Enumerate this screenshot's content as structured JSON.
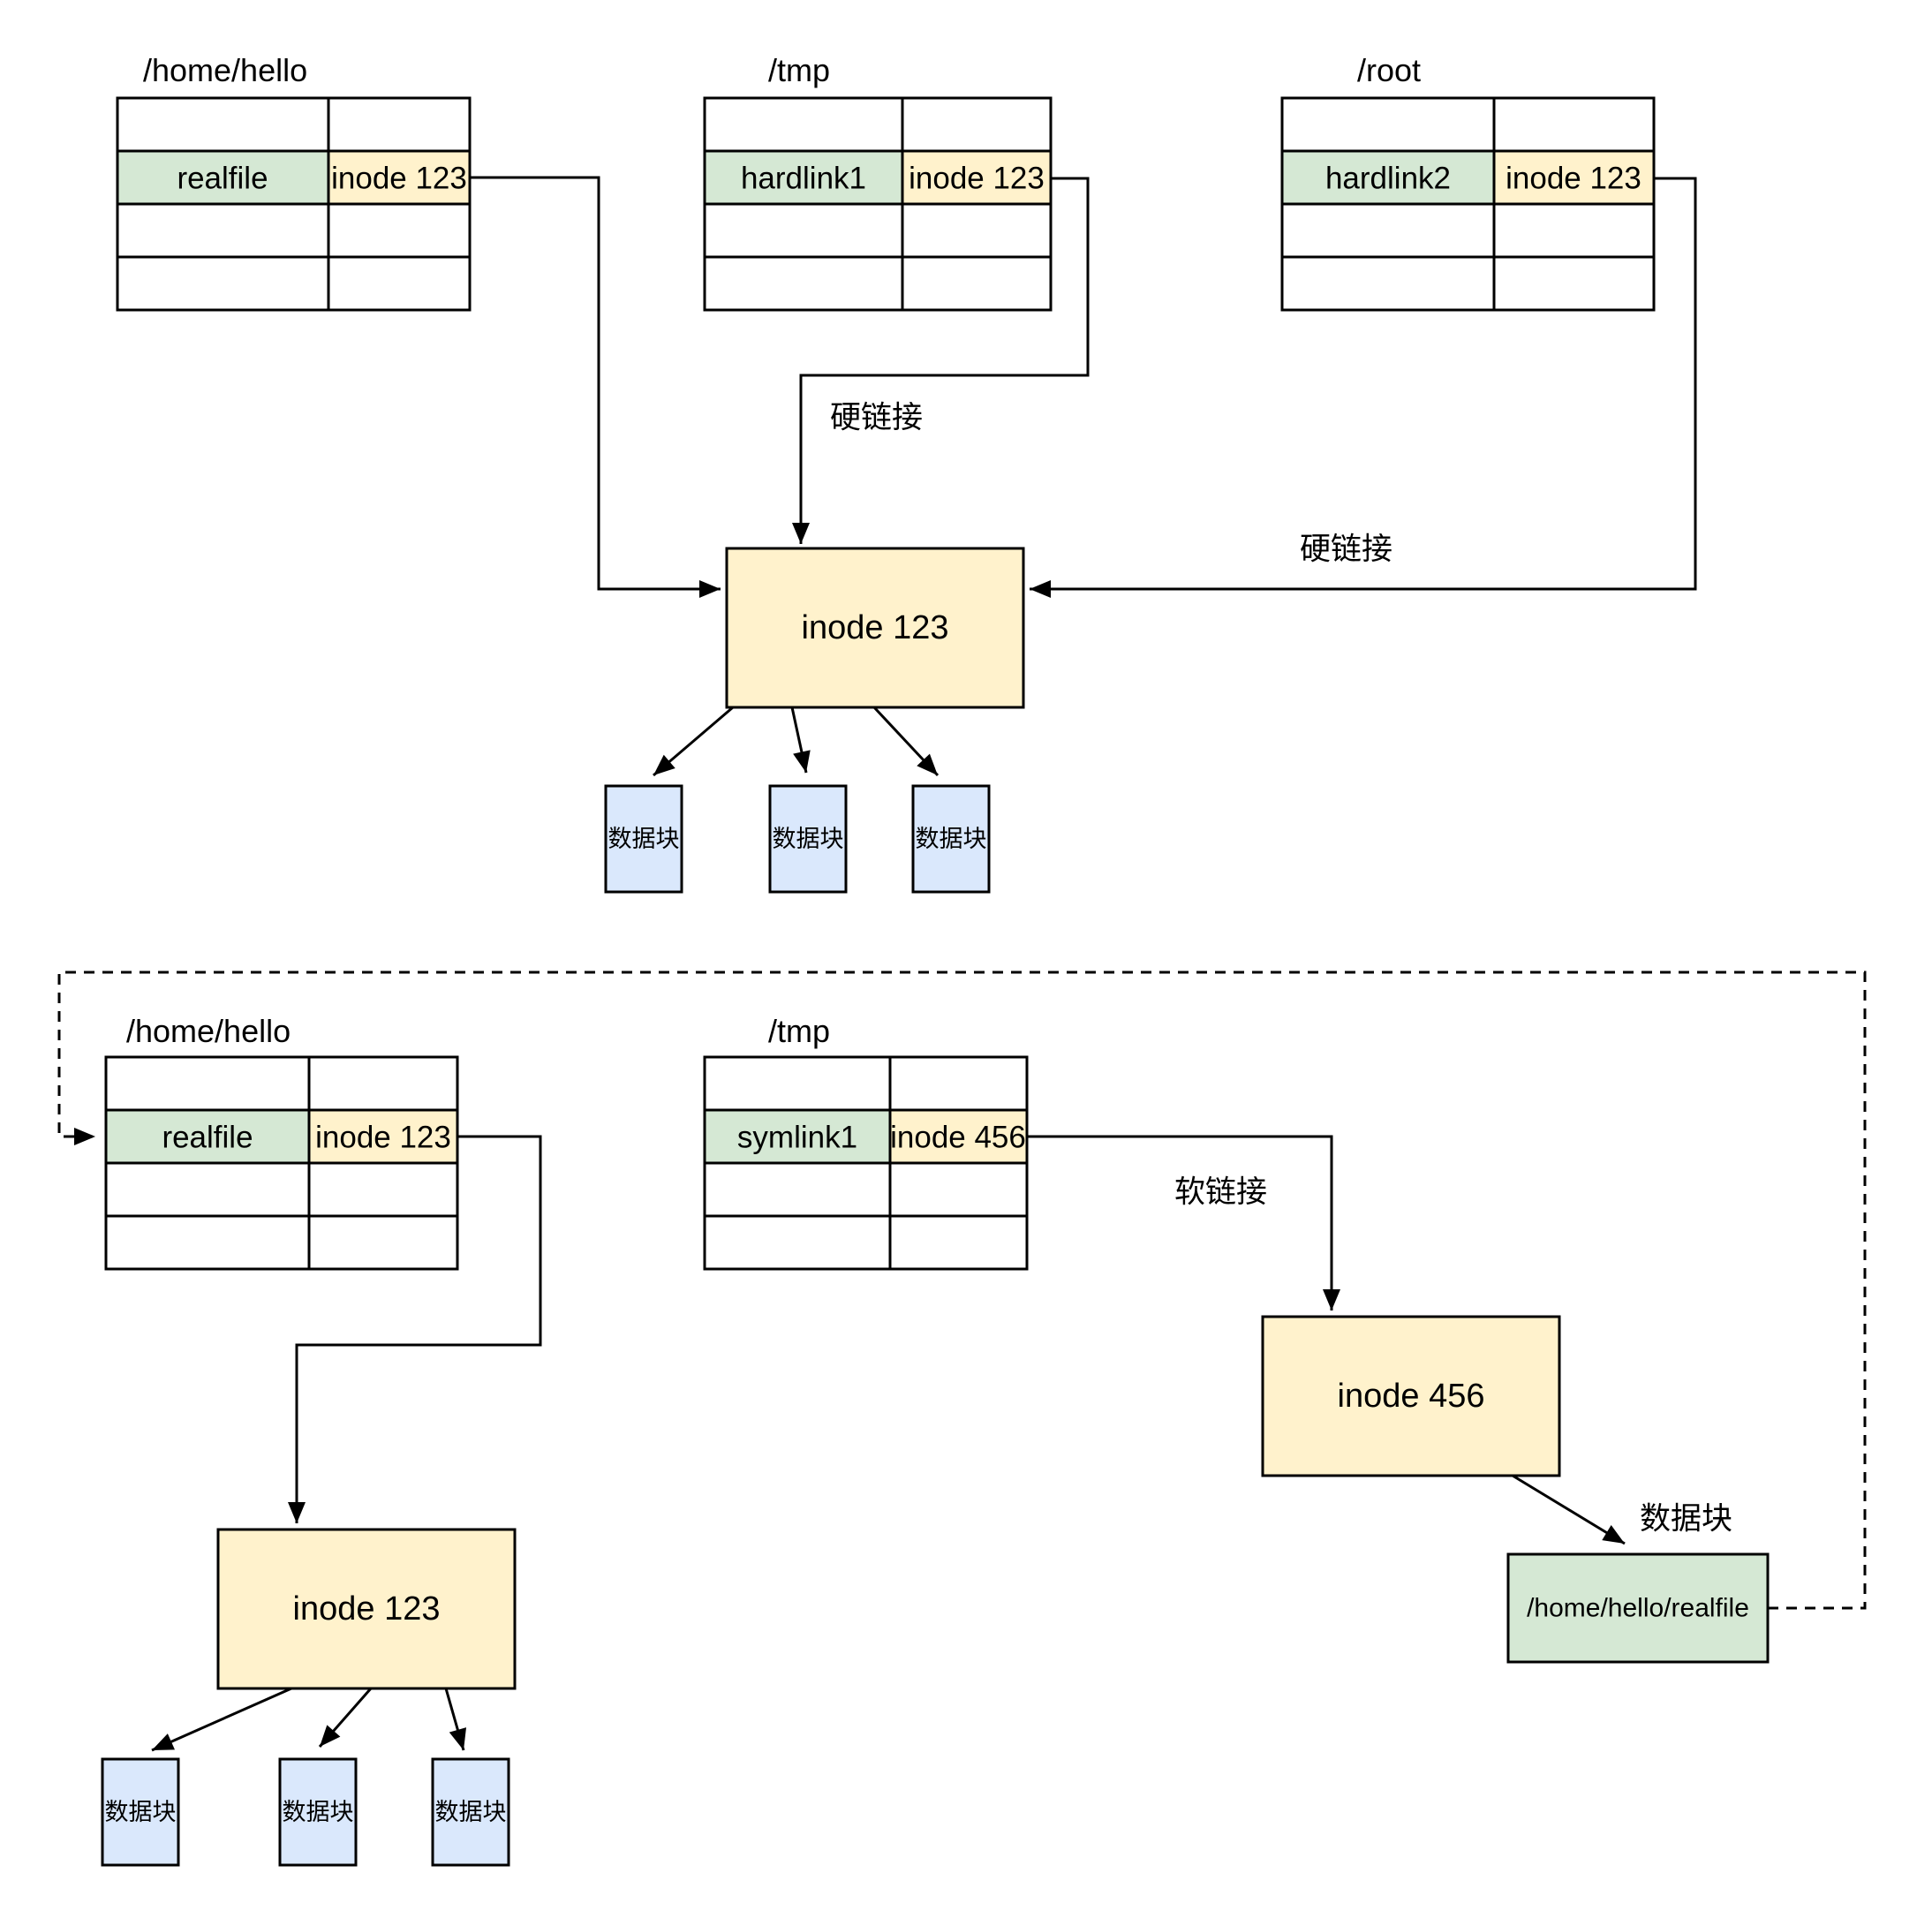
{
  "colors": {
    "filename_cell_fill": "#d5e8d4",
    "inode_fill": "#fff2cc",
    "data_block_fill": "#dae8fc",
    "line": "#000000",
    "background": "#ffffff"
  },
  "top": {
    "tables": [
      {
        "title": "/home/hello",
        "name": "realfile",
        "inode": "inode 123"
      },
      {
        "title": "/tmp",
        "name": "hardlink1",
        "inode": "inode 123"
      },
      {
        "title": "/root",
        "name": "hardlink2",
        "inode": "inode 123"
      }
    ],
    "inode_box": "inode 123",
    "hardlink_label_1": "硬链接",
    "hardlink_label_2": "硬链接",
    "blocks": [
      "数据块",
      "数据块",
      "数据块"
    ]
  },
  "bottom": {
    "tables": [
      {
        "title": "/home/hello",
        "name": "realfile",
        "inode": "inode 123"
      },
      {
        "title": "/tmp",
        "name": "symlink1",
        "inode": "inode 456"
      }
    ],
    "inode123_box": "inode 123",
    "inode456_box": "inode 456",
    "softlink_label": "软链接",
    "datablock_label": "数据块",
    "target_box": "/home/hello/realfile",
    "blocks": [
      "数据块",
      "数据块",
      "数据块"
    ]
  }
}
